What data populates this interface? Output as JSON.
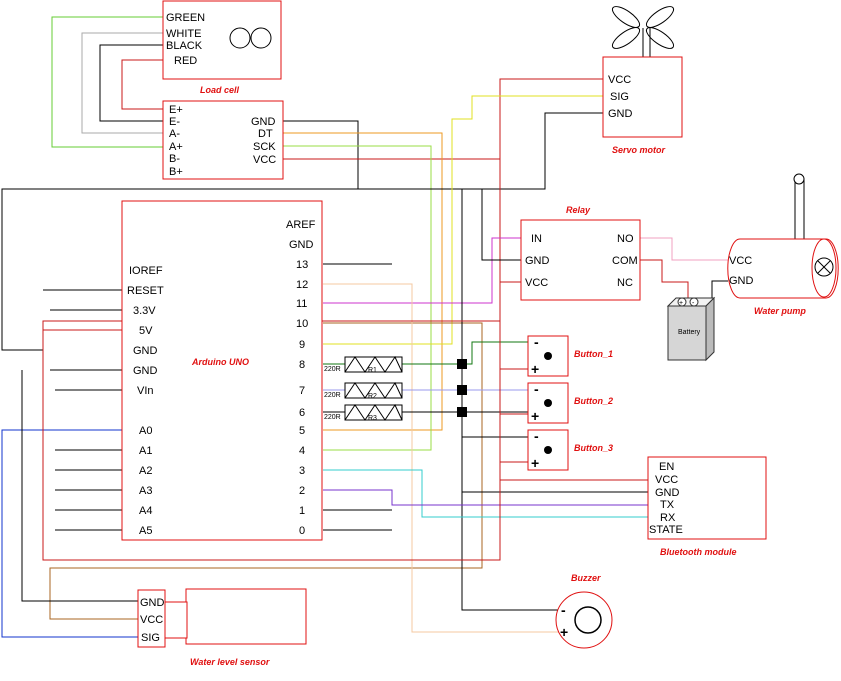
{
  "load_cell": {
    "wire_labels": [
      "GREEN",
      "WHITE",
      "BLACK",
      "RED"
    ],
    "caption": "Load cell",
    "amp_left": [
      "E+",
      "E-",
      "A-",
      "A+",
      "B-",
      "B+"
    ],
    "amp_right": [
      "GND",
      "DT",
      "SCK",
      "VCC"
    ]
  },
  "servo": {
    "pins": [
      "VCC",
      "SIG",
      "GND"
    ],
    "caption": "Servo motor"
  },
  "relay": {
    "title": "Relay",
    "left": [
      "IN",
      "GND",
      "VCC"
    ],
    "right": [
      "NO",
      "COM",
      "NC"
    ]
  },
  "pump": {
    "pins": [
      "VCC",
      "GND"
    ],
    "caption": "Water pump"
  },
  "battery": {
    "label": "Battery",
    "plus": "+",
    "minus": "-"
  },
  "arduino": {
    "caption": "Arduino UNO",
    "left": [
      "IOREF",
      "RESET",
      "3.3V",
      "5V",
      "GND",
      "GND",
      "VIn",
      "A0",
      "A1",
      "A2",
      "A3",
      "A4",
      "A5"
    ],
    "right": [
      "AREF",
      "GND",
      "13",
      "12",
      "11",
      "10",
      "9",
      "8",
      "7",
      "6",
      "5",
      "4",
      "3",
      "2",
      "1",
      "0"
    ]
  },
  "resistors": [
    {
      "value": "220R",
      "name": "R1"
    },
    {
      "value": "220R",
      "name": "R2"
    },
    {
      "value": "220R",
      "name": "R3"
    }
  ],
  "buttons": [
    {
      "caption": "Button_1",
      "minus": "-",
      "plus": "+"
    },
    {
      "caption": "Button_2",
      "minus": "-",
      "plus": "+"
    },
    {
      "caption": "Button_3",
      "minus": "-",
      "plus": "+"
    }
  ],
  "bluetooth": {
    "pins": [
      "EN",
      "VCC",
      "GND",
      "TX",
      "RX",
      "STATE"
    ],
    "caption": "Bluetooth module"
  },
  "buzzer": {
    "caption": "Buzzer",
    "minus": "-",
    "plus": "+"
  },
  "water_sensor": {
    "pins": [
      "GND",
      "VCC",
      "SIG"
    ],
    "caption": "Water level sensor"
  },
  "colors": {
    "component_border": "#e01010",
    "wire_red": "#c81818",
    "wire_black": "#000000",
    "wire_green": "#66cc33",
    "wire_white": "#aaaaaa",
    "wire_yellow": "#e0e020",
    "wire_orange": "#ee9922",
    "wire_lightgreen": "#99dd44",
    "wire_magenta": "#cc33cc",
    "wire_brown": "#aa6622",
    "wire_pink": "#f0a0c0",
    "wire_blue": "#1133cc",
    "wire_cyan": "#33cccc",
    "wire_purple": "#7733cc",
    "wire_peach": "#f4c8a0",
    "wire_darkgreen": "#117711",
    "wire_violet": "#9999ee"
  }
}
